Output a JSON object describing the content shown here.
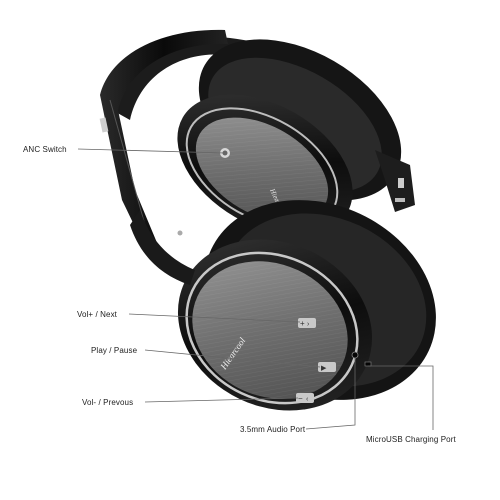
{
  "callouts": {
    "anc_switch": "ANC Switch",
    "vol_up_next": "Vol+ / Next",
    "play_pause": "Play / Pause",
    "vol_down_prev": "Vol- / Prevous",
    "audio_port": "3.5mm Audio Port",
    "usb_port": "MicroUSB Charging Port"
  },
  "product": {
    "brand_logo_text": "Hiearcool"
  },
  "colors": {
    "body": "#1a1a1a",
    "cushion": "#151515",
    "plate": "#7a7a7a",
    "chrome": "#c8c8c8",
    "leader_line": "#666666"
  },
  "icons": [
    "headphones-image",
    "button-glyph-icon"
  ]
}
